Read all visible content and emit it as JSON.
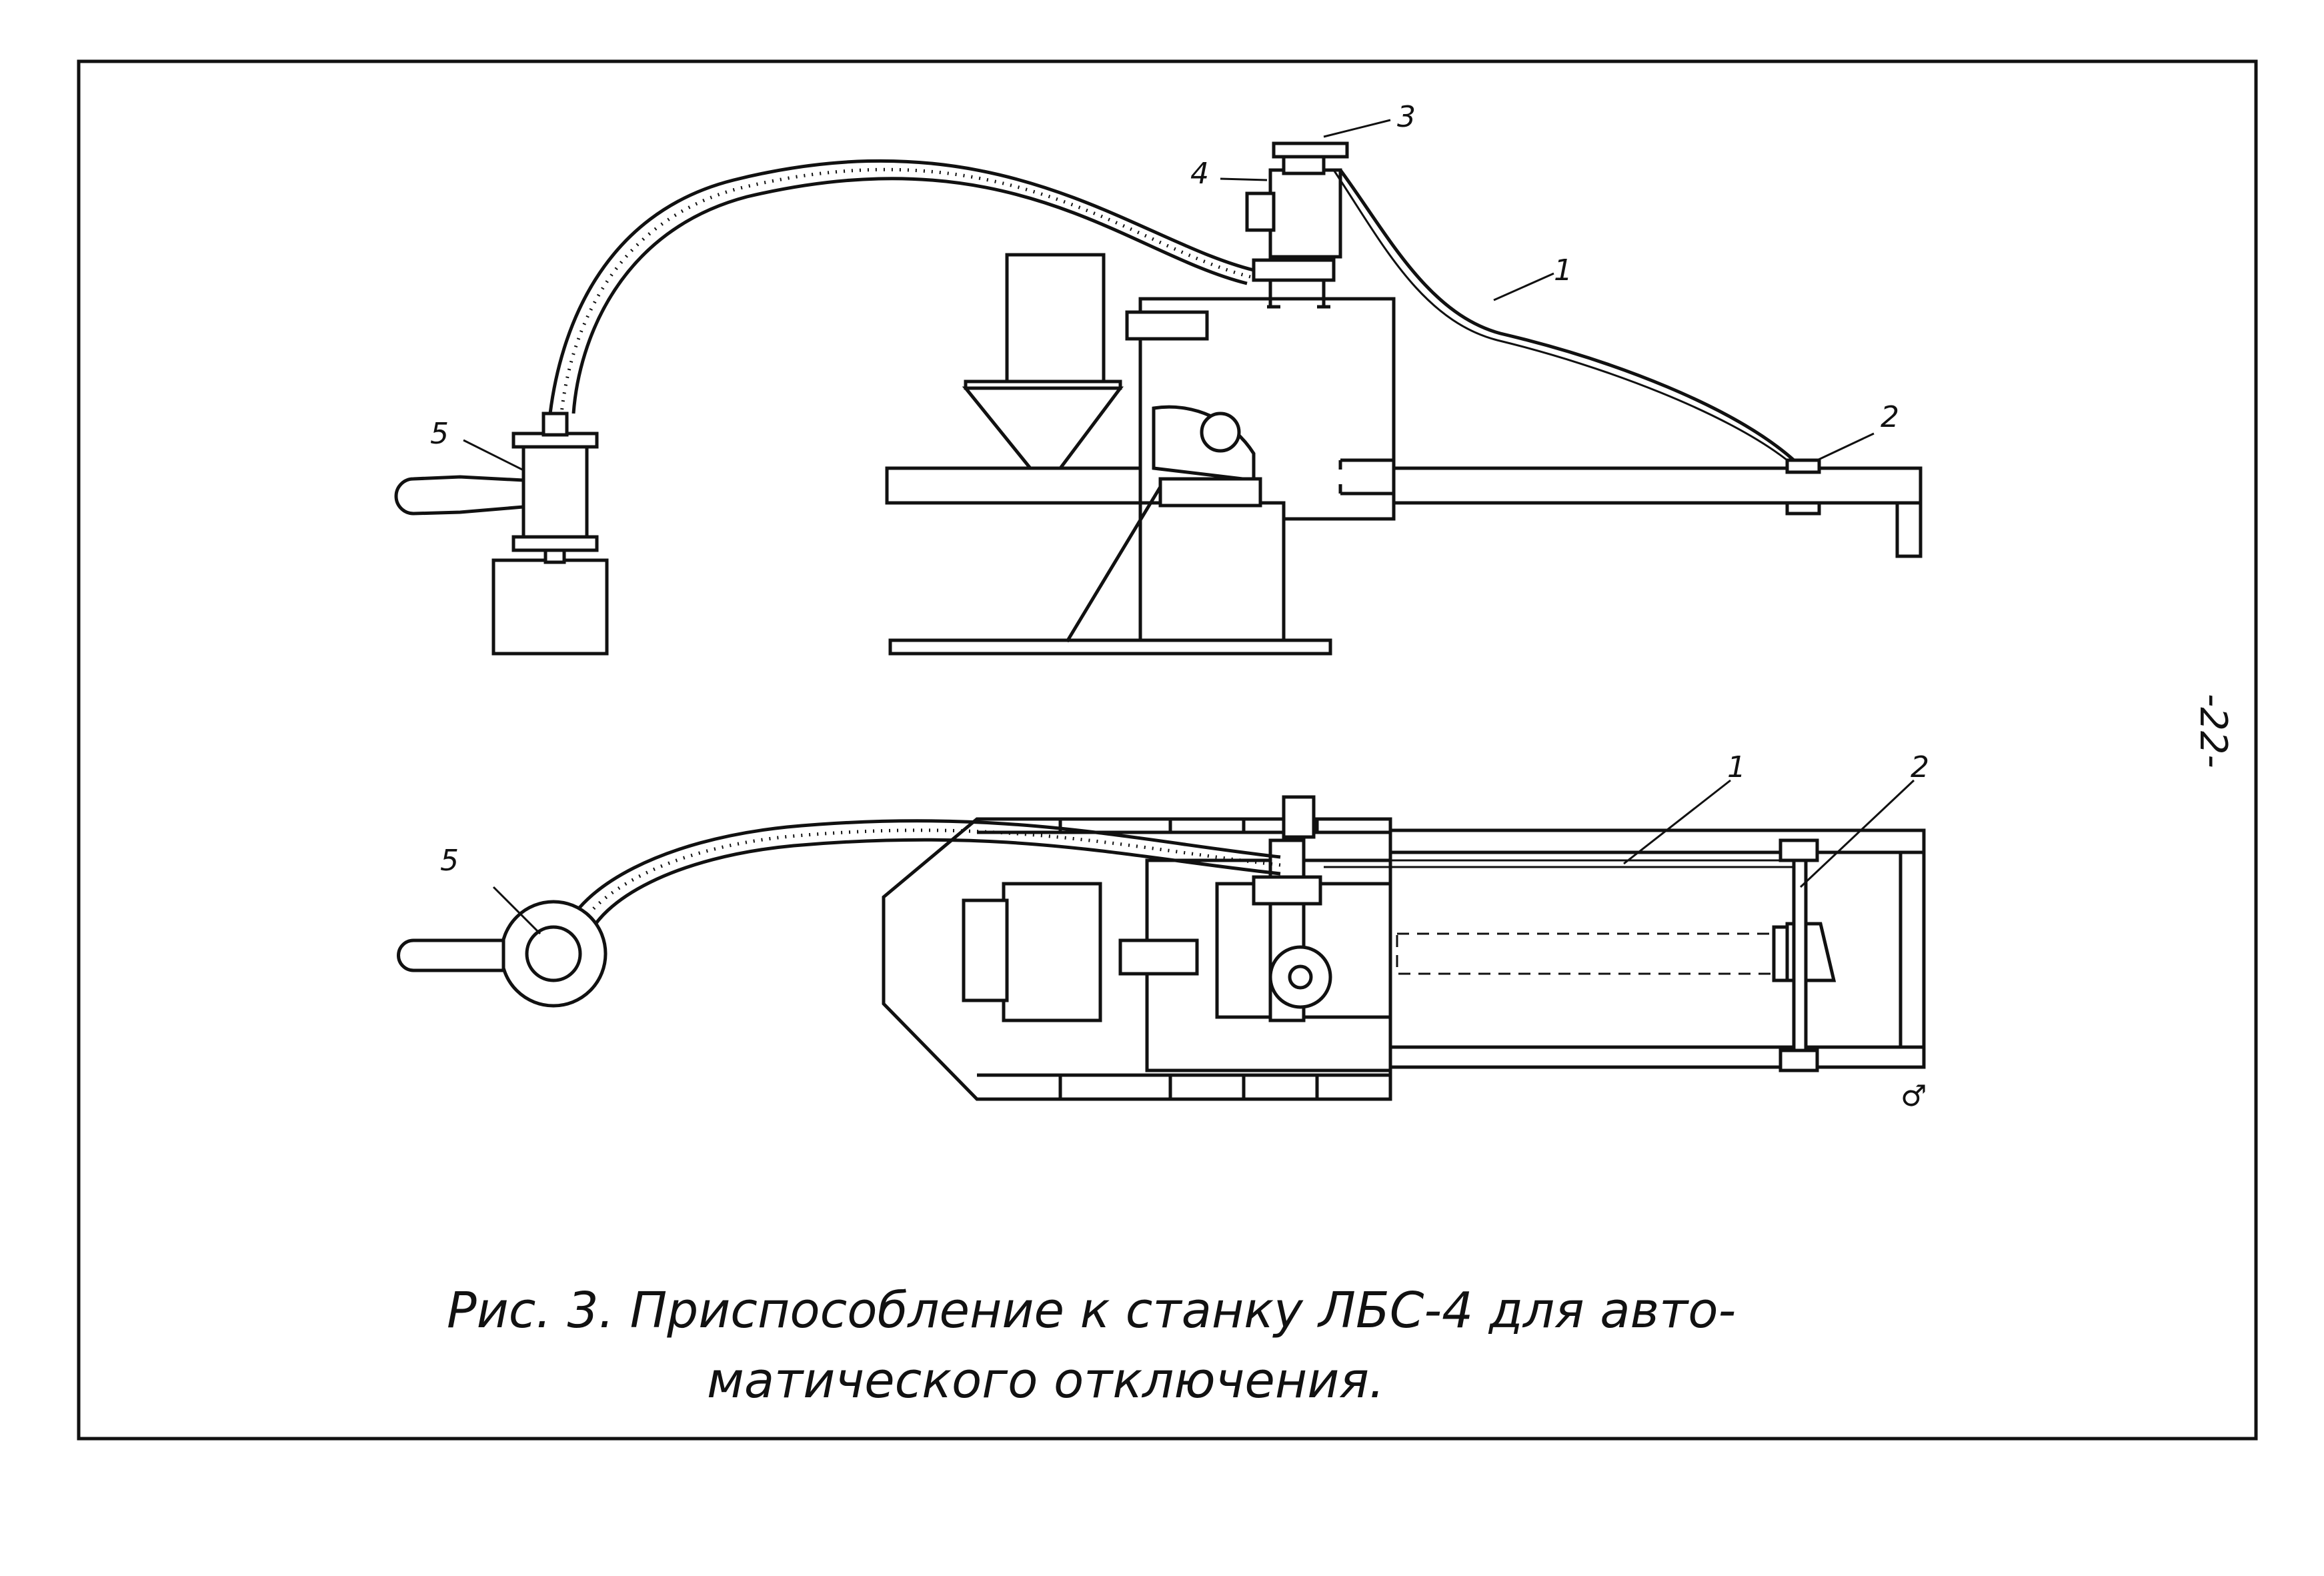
{
  "figure": {
    "caption_line1": "Рис. 3. Приспособление к станку ЛБС-4 для авто-",
    "caption_line2": "матического отключения.",
    "page_number": "-22-"
  },
  "side_view": {
    "labels": [
      "1",
      "2",
      "3",
      "4",
      "5"
    ]
  },
  "top_view": {
    "labels": [
      "1",
      "2",
      "5"
    ]
  }
}
